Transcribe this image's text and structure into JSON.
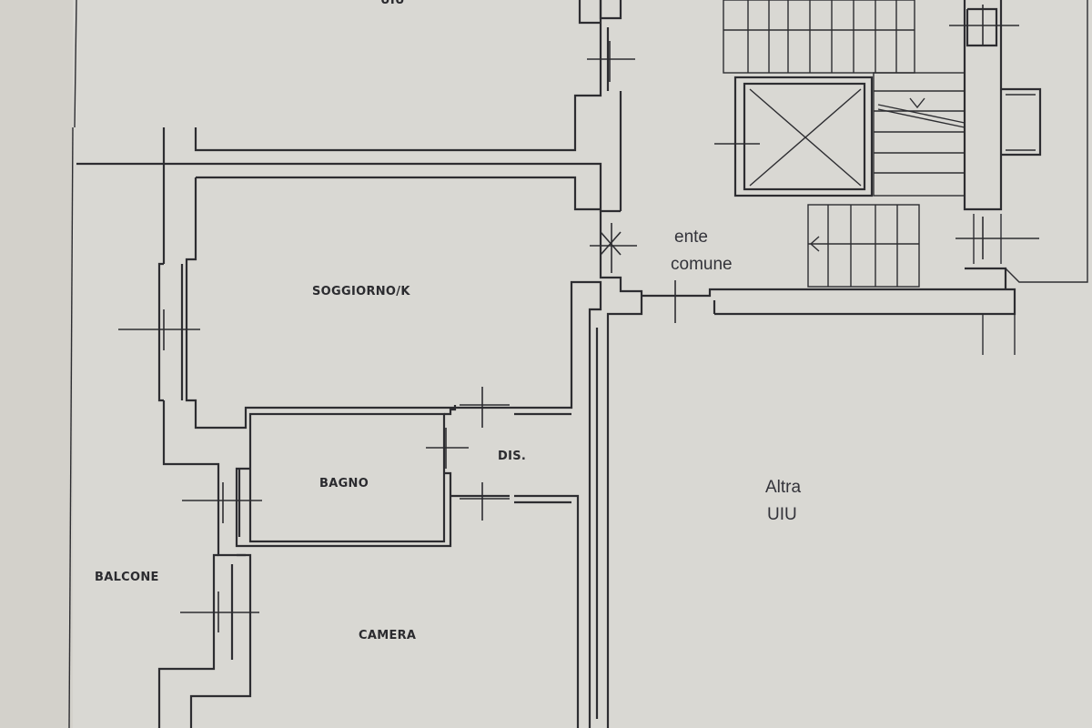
{
  "floor_plan": {
    "rooms": {
      "top_cut_label": "UIU",
      "soggiorno": "SOGGIORNO/K",
      "bagno": "BAGNO",
      "disimpegno": "DIS.",
      "balcone": "BALCONE",
      "camera": "CAMERA"
    },
    "common_area": {
      "line1": "ente",
      "line2": "comune"
    },
    "other_unit": {
      "line1": "Altra",
      "line2": "UIU"
    }
  },
  "colors": {
    "paper": "#d9d8d3",
    "ink": "#2d2d31"
  }
}
